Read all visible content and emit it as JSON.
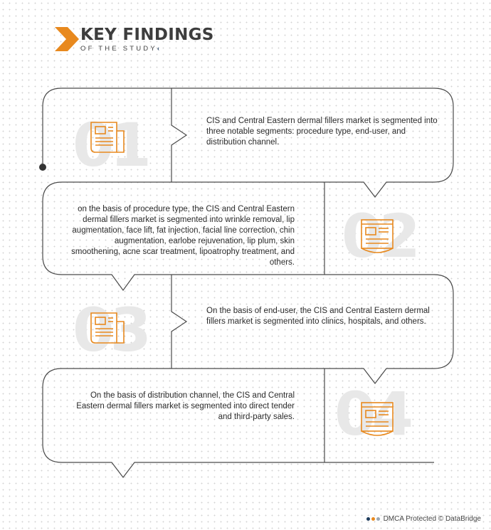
{
  "header": {
    "title": "KEY FINDINGS",
    "subtitle": "OF THE STUDY",
    "accent_color": "#e8891e"
  },
  "findings": [
    {
      "number": "01",
      "icon": "newspaper-icon",
      "text": "CIS and Central Eastern dermal fillers market is segmented into three notable segments: procedure type, end-user, and distribution channel."
    },
    {
      "number": "02",
      "icon": "newspaper-icon",
      "text": "on the basis of procedure type, the CIS and Central Eastern dermal fillers market is segmented into wrinkle removal, lip augmentation, face lift, fat injection, facial line correction, chin augmentation, earlobe rejuvenation, lip plum, skin smoothening, acne scar treatment, lipoatrophy treatment, and others."
    },
    {
      "number": "03",
      "icon": "newspaper-icon",
      "text": "On the basis of end-user, the CIS and Central Eastern dermal fillers market is segmented into clinics, hospitals, and others."
    },
    {
      "number": "04",
      "icon": "newspaper-icon",
      "text": "On the basis of distribution channel, the CIS and Central Eastern dermal fillers market is segmented into direct tender and third-party sales."
    }
  ],
  "footer": {
    "text": "DMCA Protected © DataBridge",
    "dot_colors": [
      "#1d3b5c",
      "#e8891e",
      "#9aa7b4"
    ]
  }
}
